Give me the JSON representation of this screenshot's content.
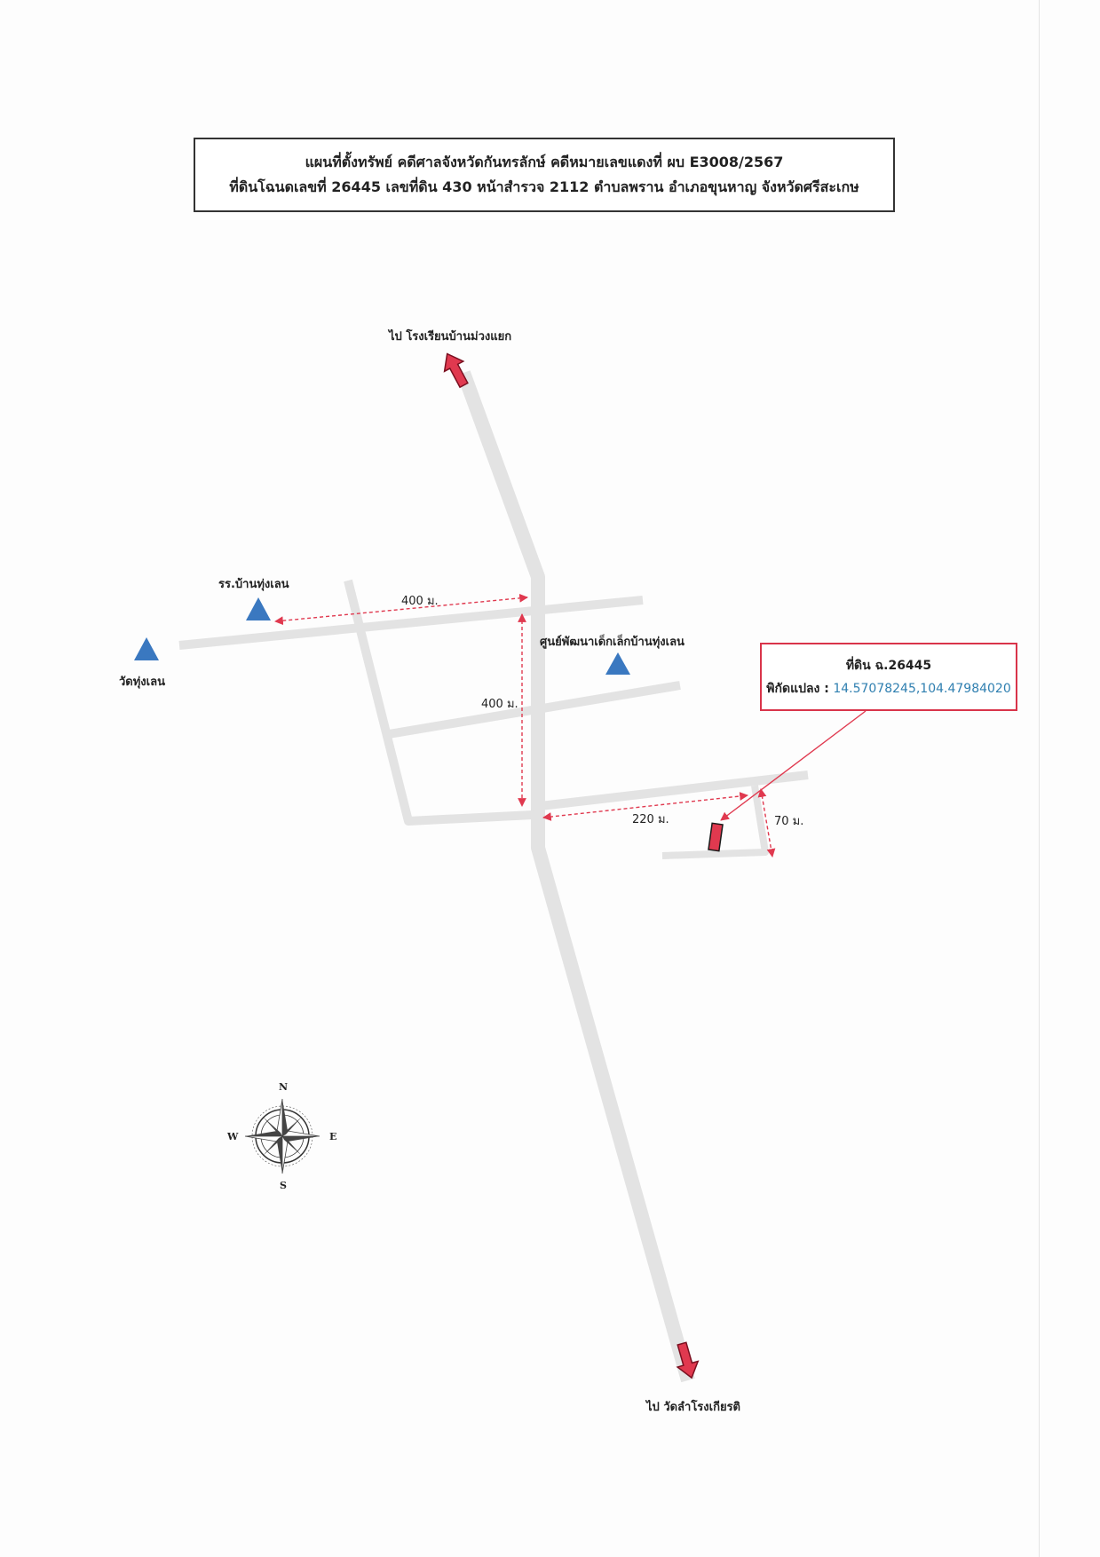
{
  "title": {
    "line1": "แผนที่ตั้งทรัพย์ คดีศาลจังหวัดกันทรลักษ์ คดีหมายเลขแดงที่ ผบ E3008/2567",
    "line2": "ที่ดินโฉนดเลขที่ 26445 เลขที่ดิน 430 หน้าสำรวจ 2112 ตำบลพราน อำเภอขุนหาญ จังหวัดศรีสะเกษ"
  },
  "directions": {
    "north": "ไป โรงเรียนบ้านม่วงแยก",
    "south": "ไป วัดลำโรงเกียรติ"
  },
  "landmarks": {
    "school": "รร.บ้านทุ่งเลน",
    "temple": "วัดทุ่งเลน",
    "child_center": "ศูนย์พัฒนาเด็กเล็กบ้านทุ่งเลน"
  },
  "distances": {
    "to_school": "400 ม.",
    "vertical": "400 ม.",
    "east": "220 ม.",
    "plot_offset": "70 ม."
  },
  "plot": {
    "id": "ที่ดิน ฉ.26445",
    "coord_label": "พิกัดแปลง :",
    "coord_value": "14.57078245,104.47984020"
  },
  "compass": {
    "n": "N",
    "s": "S",
    "e": "E",
    "w": "W"
  },
  "colors": {
    "road": "#e3e3e3",
    "landmark": "#3a78c0",
    "accent": "#e0394f",
    "coordinate": "#2f7fb0"
  },
  "icons": {
    "landmark": "triangle-icon",
    "direction": "arrow-icon",
    "plot": "plot-rectangle-icon",
    "compass": "compass-rose-icon"
  }
}
